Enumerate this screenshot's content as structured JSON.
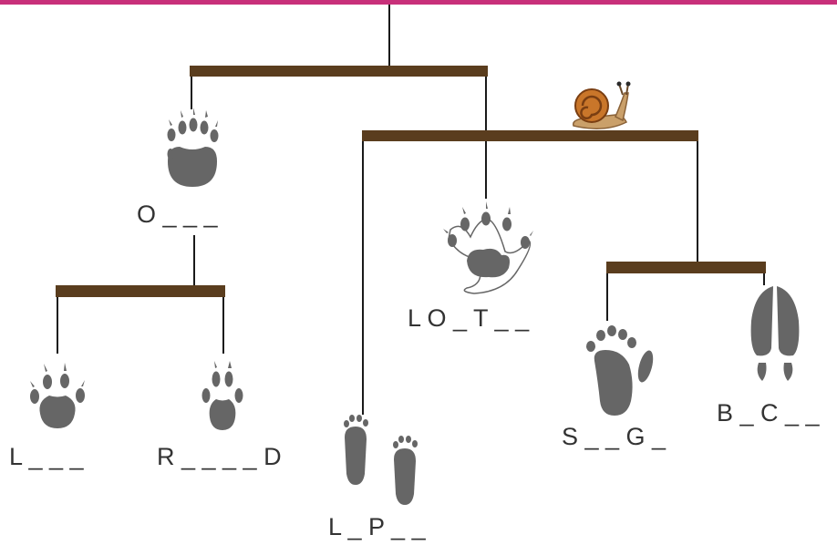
{
  "colors": {
    "top_line": "#c8307a",
    "bar": "#5a3d1e",
    "connector": "#1a1a1a",
    "track": "#666666",
    "text": "#333333"
  },
  "snail_icon": "🐌",
  "labels": {
    "otter": "O _ _ _",
    "lynx": "L _ _ _",
    "red_fox": "R _ _ _ _ D",
    "lutra": "L O _ T _ _",
    "leporid": "L _ P _ _",
    "sloth_bear": "S _ _ G _",
    "bovid": "B _ C _ _"
  },
  "tracks": {
    "otter": "clawed-paw-print-icon",
    "lynx": "clawed-paw-print-icon",
    "red_fox": "narrow-paw-print-icon",
    "lutra": "webbed-paw-print-icon",
    "leporid": "hare-footprints-icon",
    "sloth_bear": "human-like-footprint-icon",
    "bovid": "cloven-hoof-print-icon"
  }
}
